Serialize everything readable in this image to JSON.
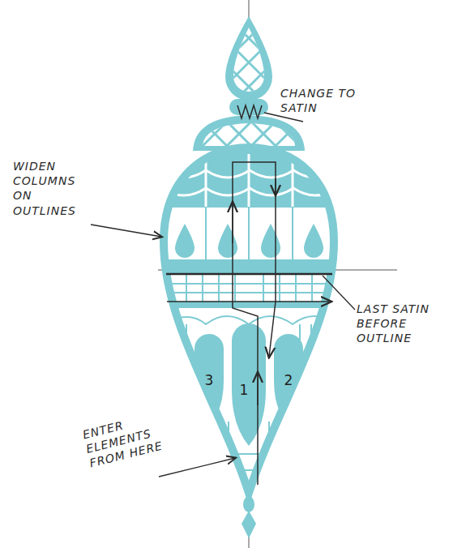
{
  "diagram": {
    "labels": [
      "CHANGE TO SATIN",
      "WIDEN COLUMNS ON OUTLINES",
      "LAST SATIN BEFORE OUTLINE",
      "ENTER ELEMENTS FROM HERE",
      "3",
      "1",
      "2"
    ]
  }
}
